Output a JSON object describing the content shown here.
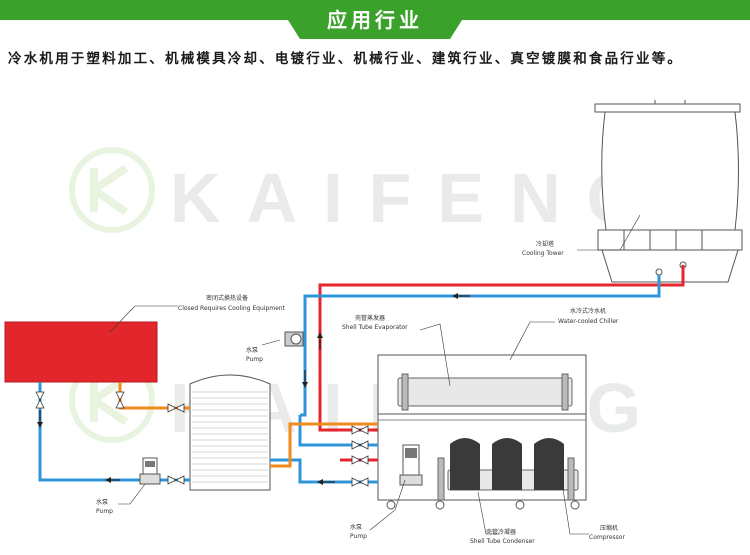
{
  "banner": {
    "title": "应用行业",
    "color": "#3aa12a"
  },
  "intro_text": "冷水机用于塑料加工、机械模具冷却、电镀行业、机械行业、建筑行业、真空镀膜和食品行业等。",
  "watermark": {
    "text": "KAIFENG",
    "icon": "kaifeng-leaf-logo"
  },
  "colors": {
    "hot_pipe": "#e5262d",
    "cold_pipe": "#2f95d8",
    "process_pipe": "#f08a1c",
    "arrow": "#222222",
    "equipment": "#e3262b",
    "compressor": "#3a3a3a"
  },
  "labels": {
    "cooling_equipment": {
      "zh": "密闭式换热设备",
      "en": "Closed Requires Cooling Equipment"
    },
    "cooling_tower": {
      "zh": "冷却塔",
      "en": "Cooling Tower"
    },
    "evaporator": {
      "zh": "壳管蒸发器",
      "en": "Shell Tube Evaporator"
    },
    "chiller": {
      "zh": "水冷式冷水机",
      "en": "Water-cooled Chiller"
    },
    "pump_top": {
      "zh": "水泵",
      "en": "Pump"
    },
    "pump_left": {
      "zh": "水泵",
      "en": "Pump"
    },
    "pump_bottom": {
      "zh": "水泵",
      "en": "Pump"
    },
    "condenser": {
      "zh": "壳管冷凝器",
      "en": "Shell Tube Condenser"
    },
    "compressor": {
      "zh": "压缩机",
      "en": "Compressor"
    }
  }
}
